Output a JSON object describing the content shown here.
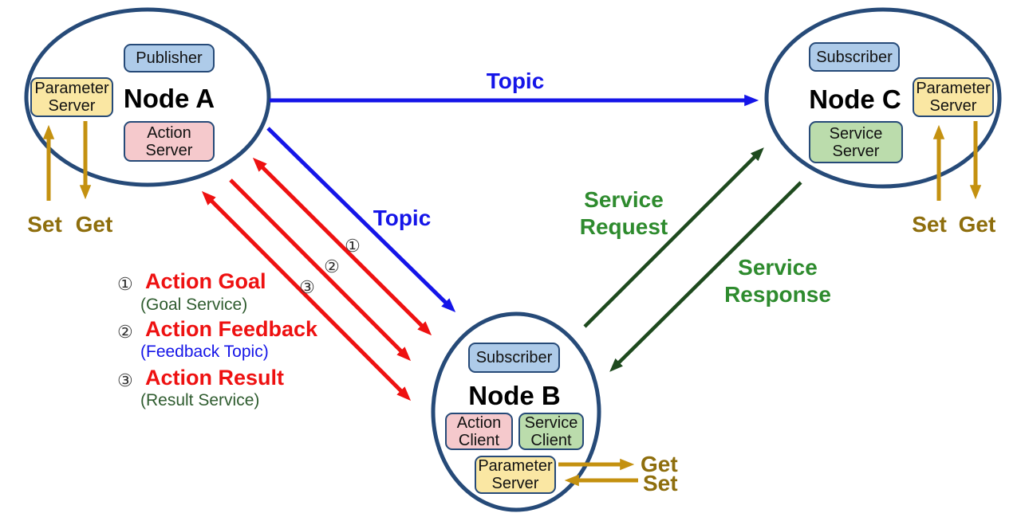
{
  "nodes": {
    "a": {
      "title": "Node A",
      "publisher": "Publisher",
      "parameter_server": [
        "Parameter",
        "Server"
      ],
      "action_server": [
        "Action",
        "Server"
      ],
      "set_label": "Set",
      "get_label": "Get"
    },
    "c": {
      "title": "Node C",
      "subscriber": "Subscriber",
      "parameter_server": [
        "Parameter",
        "Server"
      ],
      "service_server": [
        "Service",
        "Server"
      ],
      "set_label": "Set",
      "get_label": "Get"
    },
    "b": {
      "title": "Node B",
      "subscriber": "Subscriber",
      "action_client": [
        "Action",
        "Client"
      ],
      "service_client": [
        "Service",
        "Client"
      ],
      "parameter_server": [
        "Parameter",
        "Server"
      ],
      "get_label": "Get",
      "set_label": "Set"
    }
  },
  "edges": {
    "topic_a_to_c": "Topic",
    "topic_a_to_b": "Topic",
    "service_request": [
      "Service",
      "Request"
    ],
    "service_response": [
      "Service",
      "Response"
    ],
    "num1": "①",
    "num2": "②",
    "num3": "③"
  },
  "legend": {
    "items": [
      {
        "num": "①",
        "title": "Action Goal",
        "note": "(Goal Service)"
      },
      {
        "num": "②",
        "title": "Action Feedback",
        "note": "(Feedback Topic)"
      },
      {
        "num": "③",
        "title": "Action Result",
        "note": "(Result Service)"
      }
    ]
  },
  "colors": {
    "navy": "#264a78",
    "blue": "#1515e8",
    "red": "#ee1111",
    "gold": "#c49110",
    "gold_text": "#8e6e0d",
    "green_arrow": "#1e4a1e",
    "green_text": "#2e8b2e",
    "note_green": "#2f5c2f",
    "box_blue": "#aecbe9",
    "box_yellow": "#fae7a3",
    "box_pink": "#f5c9cc",
    "box_green": "#bbdcac"
  }
}
